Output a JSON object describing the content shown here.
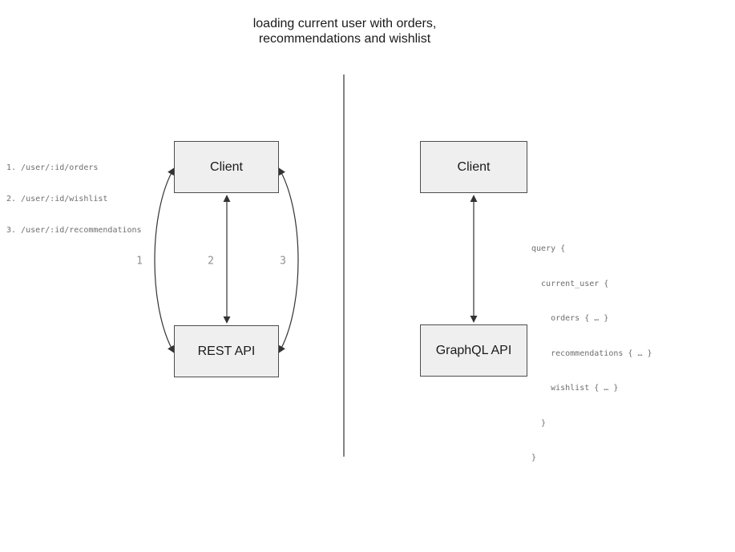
{
  "title": {
    "line1": "loading current user with orders,",
    "line2": "recommendations and wishlist"
  },
  "left_panel": {
    "endpoints": [
      "1. /user/:id/orders",
      "2. /user/:id/wishlist",
      "3. /user/:id/recommendations"
    ],
    "client_label": "Client",
    "api_label": "REST API",
    "arrow_labels": [
      "1",
      "2",
      "3"
    ]
  },
  "right_panel": {
    "client_label": "Client",
    "api_label": "GraphQL API",
    "query_lines": [
      "query {",
      "  current_user {",
      "    orders { … }",
      "    recommendations { … }",
      "    wishlist { … }",
      "  }",
      "}"
    ]
  },
  "colors": {
    "box_fill": "#efefef",
    "box_border": "#4d4d4d",
    "arrow": "#333333",
    "divider": "#5a5a5a",
    "code_text": "#6e6e6e",
    "arrow_label_text": "#909090",
    "title_text": "#1a1a1a"
  }
}
